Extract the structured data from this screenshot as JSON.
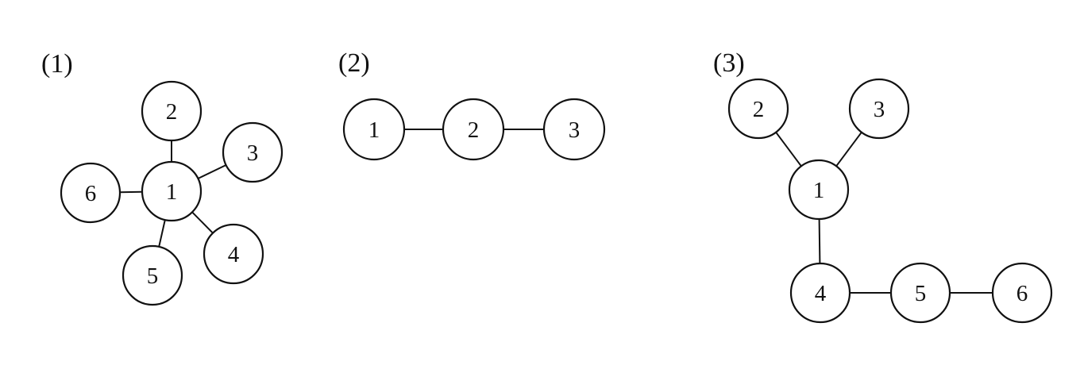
{
  "graphs": [
    {
      "label": "(1)",
      "nodes": [
        "1",
        "2",
        "3",
        "4",
        "5",
        "6"
      ],
      "edges": [
        [
          "1",
          "2"
        ],
        [
          "1",
          "3"
        ],
        [
          "1",
          "4"
        ],
        [
          "1",
          "5"
        ],
        [
          "1",
          "6"
        ]
      ]
    },
    {
      "label": "(2)",
      "nodes": [
        "1",
        "2",
        "3"
      ],
      "edges": [
        [
          "1",
          "2"
        ],
        [
          "2",
          "3"
        ]
      ]
    },
    {
      "label": "(3)",
      "nodes": [
        "1",
        "2",
        "3",
        "4",
        "5",
        "6"
      ],
      "edges": [
        [
          "1",
          "2"
        ],
        [
          "1",
          "3"
        ],
        [
          "1",
          "4"
        ],
        [
          "4",
          "5"
        ],
        [
          "5",
          "6"
        ]
      ]
    }
  ]
}
